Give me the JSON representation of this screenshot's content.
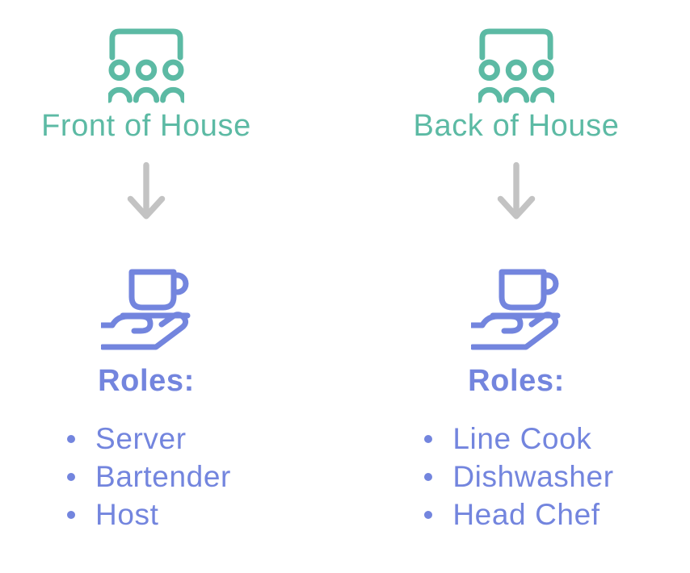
{
  "colors": {
    "teal": "#5CBAA4",
    "purple": "#7385DE",
    "gray": "#C3C3C3",
    "bg": "#FFFFFF"
  },
  "icons": {
    "group": "people-group-icon",
    "arrow": "down-arrow-icon",
    "service": "cup-in-hand-icon"
  },
  "columns": [
    {
      "title": "Front of House",
      "roles_label": "Roles:",
      "roles": [
        "Server",
        "Bartender",
        "Host"
      ]
    },
    {
      "title": "Back of House",
      "roles_label": "Roles:",
      "roles": [
        "Line Cook",
        "Dishwasher",
        "Head Chef"
      ]
    }
  ]
}
